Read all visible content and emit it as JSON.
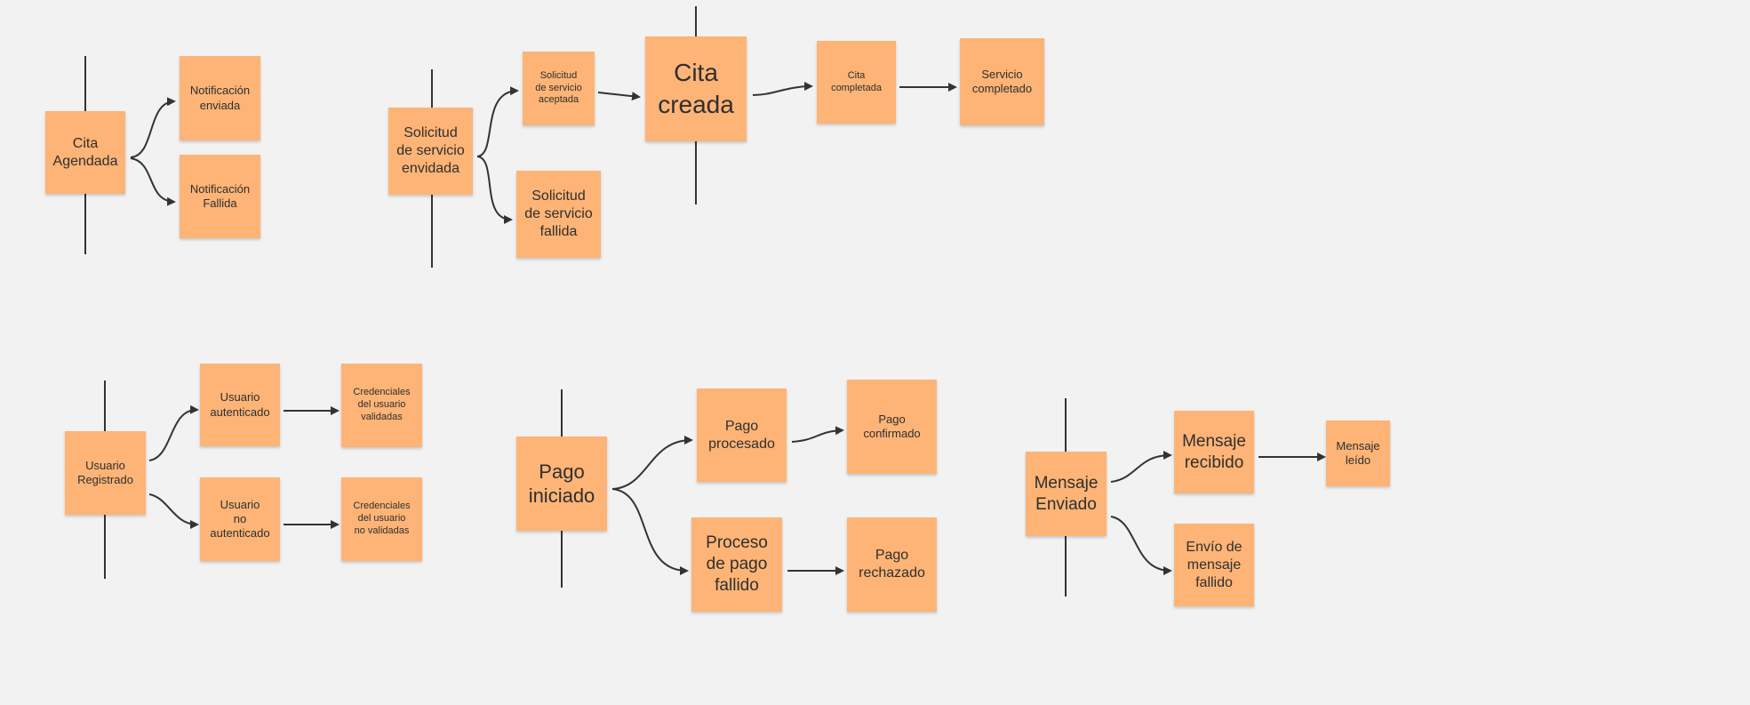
{
  "colors": {
    "background": "#f2f2f2",
    "sticky_note": "#fdb476",
    "connector": "#333333"
  },
  "notes": {
    "cita_agendada": "Cita\nAgendada",
    "notificacion_enviada": "Notificación\nenviada",
    "notificacion_fallida": "Notificación\nFallida",
    "solicitud_enviada": "Solicitud\nde servicio\nenvidada",
    "solicitud_aceptada": "Solicitud\nde servicio\naceptada",
    "solicitud_fallida": "Solicitud\nde servicio\nfallida",
    "cita_creada": "Cita\ncreada",
    "cita_completada": "Cita\ncompletada",
    "servicio_completado": "Servicio\ncompletado",
    "usuario_registrado": "Usuario\nRegistrado",
    "usuario_autenticado": "Usuario\nautenticado",
    "credenciales_validadas": "Credenciales\ndel usuario\nvalidadas",
    "usuario_no_autenticado": "Usuario\nno\nautenticado",
    "credenciales_no_validadas": "Credenciales\ndel usuario\nno validadas",
    "pago_iniciado": "Pago\niniciado",
    "pago_procesado": "Pago\nprocesado",
    "pago_confirmado": "Pago\nconfirmado",
    "proceso_pago_fallido": "Proceso\nde pago\nfallido",
    "pago_rechazado": "Pago\nrechazado",
    "mensaje_enviado": "Mensaje\nEnviado",
    "mensaje_recibido": "Mensaje\nrecibido",
    "mensaje_leido": "Mensaje\nleído",
    "envio_mensaje_fallido": "Envío de\nmensaje\nfallido"
  }
}
